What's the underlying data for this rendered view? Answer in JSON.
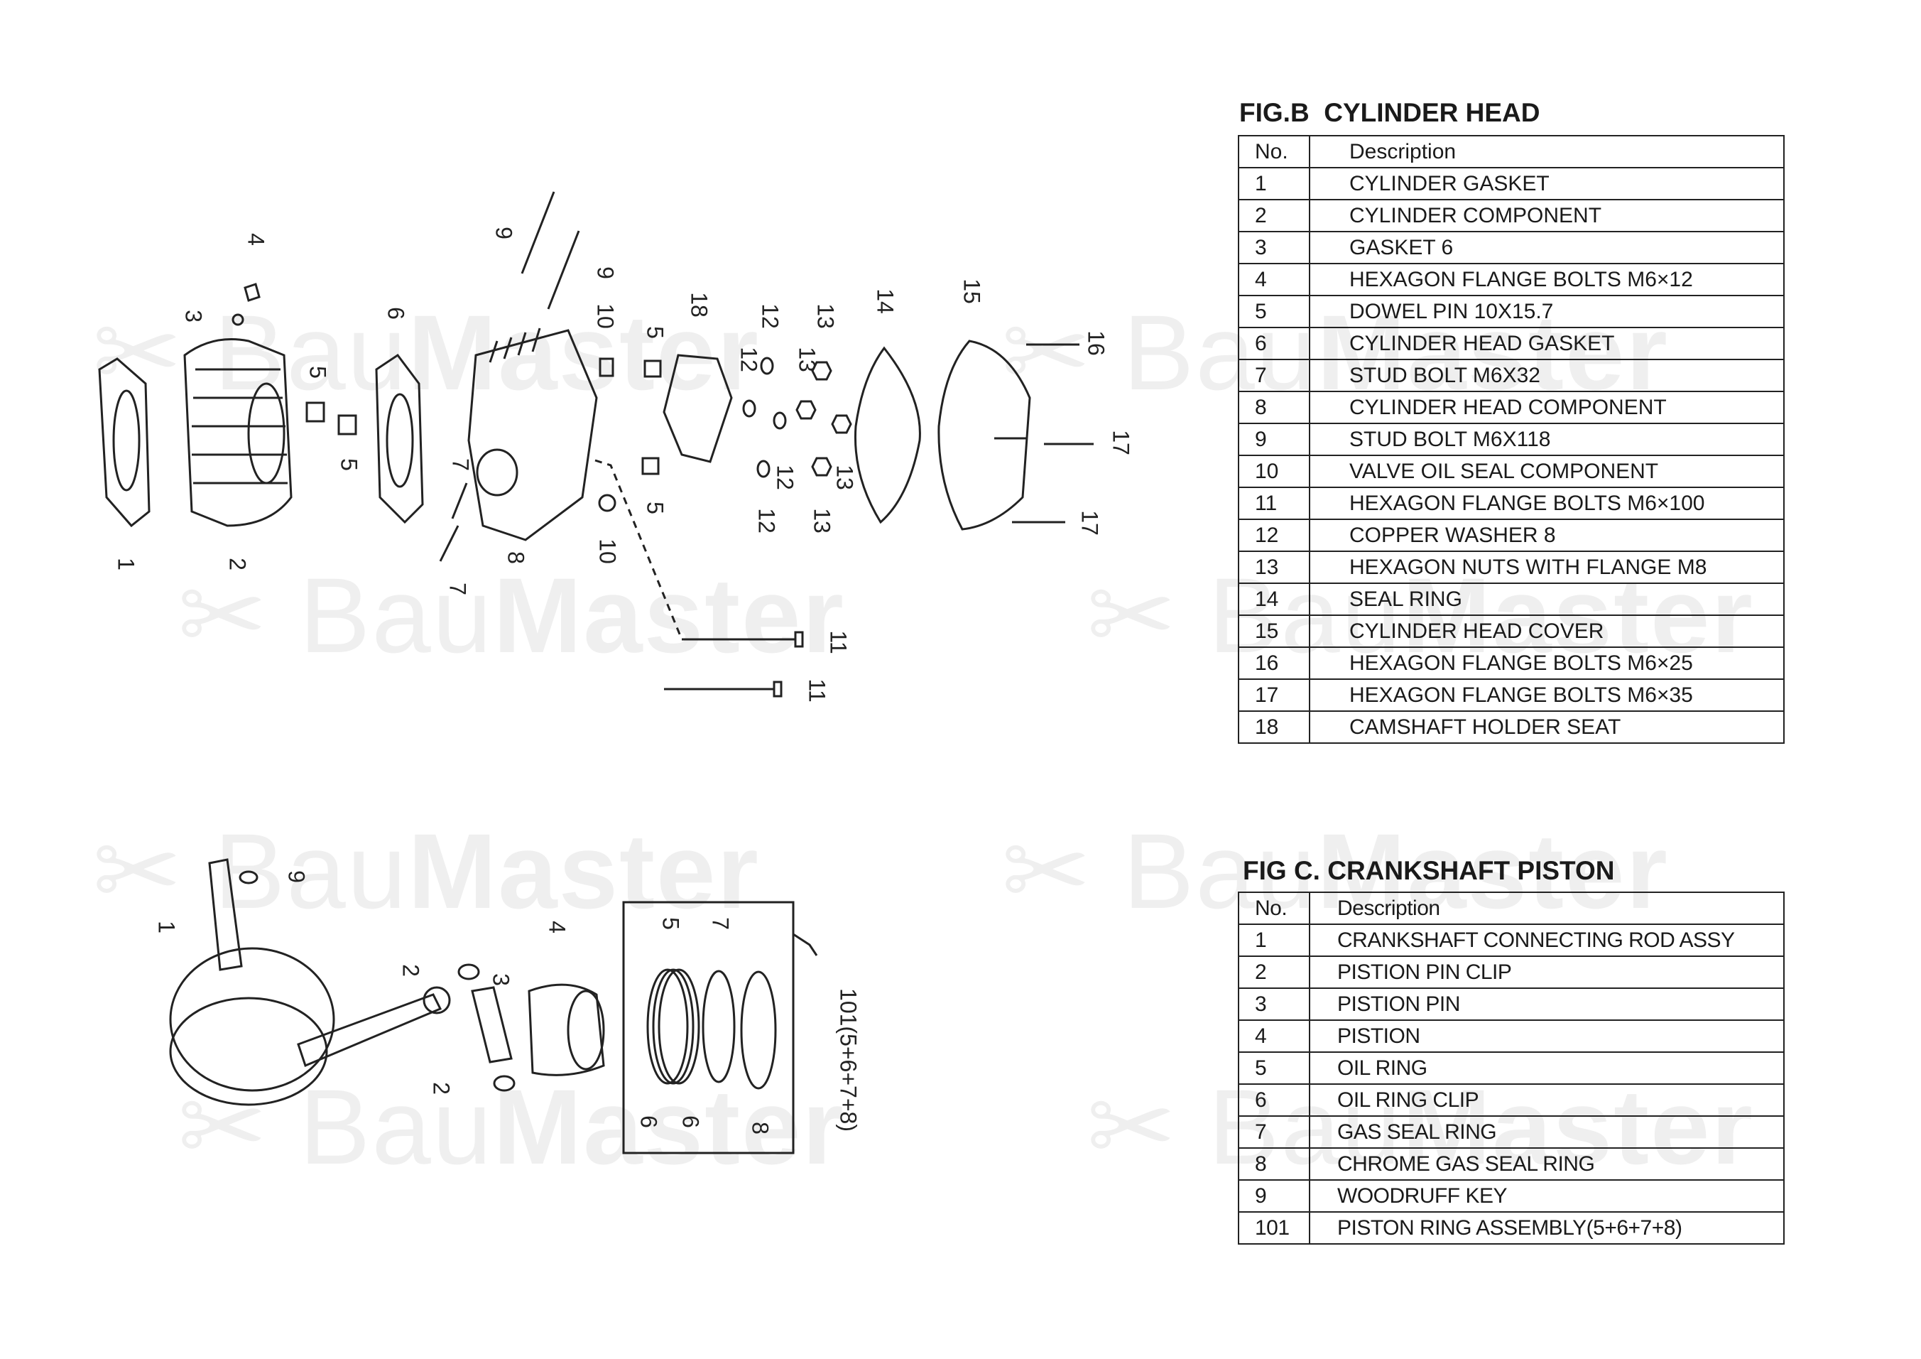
{
  "watermark": "BauMaster",
  "fig_b": {
    "title": "FIG.B  CYLINDER HEAD",
    "header": {
      "no": "No.",
      "description": "Description"
    },
    "rows": [
      {
        "no": "1",
        "description": "CYLINDER GASKET"
      },
      {
        "no": "2",
        "description": "CYLINDER COMPONENT"
      },
      {
        "no": "3",
        "description": "GASKET 6"
      },
      {
        "no": "4",
        "description": "HEXAGON FLANGE BOLTS M6×12"
      },
      {
        "no": "5",
        "description": "DOWEL PIN 10X15.7"
      },
      {
        "no": "6",
        "description": "CYLINDER HEAD GASKET"
      },
      {
        "no": "7",
        "description": "STUD BOLT M6X32"
      },
      {
        "no": "8",
        "description": "CYLINDER HEAD COMPONENT"
      },
      {
        "no": "9",
        "description": "STUD BOLT M6X118"
      },
      {
        "no": "10",
        "description": "VALVE OIL SEAL COMPONENT"
      },
      {
        "no": "11",
        "description": "HEXAGON FLANGE BOLTS M6×100"
      },
      {
        "no": "12",
        "description": "COPPER WASHER 8"
      },
      {
        "no": "13",
        "description": "HEXAGON NUTS WITH FLANGE M8"
      },
      {
        "no": "14",
        "description": "SEAL RING"
      },
      {
        "no": "15",
        "description": "CYLINDER HEAD COVER"
      },
      {
        "no": "16",
        "description": "HEXAGON FLANGE BOLTS M6×25"
      },
      {
        "no": "17",
        "description": "HEXAGON FLANGE BOLTS M6×35"
      },
      {
        "no": "18",
        "description": "CAMSHAFT HOLDER SEAT"
      }
    ],
    "callouts": [
      "1",
      "2",
      "3",
      "4",
      "5",
      "5",
      "6",
      "7",
      "7",
      "8",
      "9",
      "9",
      "10",
      "10",
      "5",
      "5",
      "18",
      "12",
      "12",
      "12",
      "12",
      "13",
      "13",
      "13",
      "13",
      "14",
      "15",
      "16",
      "17",
      "17",
      "11",
      "11"
    ]
  },
  "fig_c": {
    "title": "FIG C. CRANKSHAFT PISTON",
    "header": {
      "no": "No.",
      "description": "Description"
    },
    "rows": [
      {
        "no": "1",
        "description": "CRANKSHAFT CONNECTING ROD ASSY"
      },
      {
        "no": "2",
        "description": "PISTION PIN CLIP"
      },
      {
        "no": "3",
        "description": "PISTION PIN"
      },
      {
        "no": "4",
        "description": "PISTION"
      },
      {
        "no": "5",
        "description": "OIL RING"
      },
      {
        "no": "6",
        "description": "OIL RING CLIP"
      },
      {
        "no": "7",
        "description": "GAS SEAL RING"
      },
      {
        "no": "8",
        "description": "CHROME GAS SEAL RING"
      },
      {
        "no": "9",
        "description": "WOODRUFF KEY"
      },
      {
        "no": "101",
        "description": "PISTON RING ASSEMBLY(5+6+7+8)"
      }
    ],
    "callouts": [
      "9",
      "1",
      "2",
      "3",
      "4",
      "2",
      "5",
      "7",
      "6",
      "6",
      "8",
      "101(5+6+7+8)"
    ]
  }
}
